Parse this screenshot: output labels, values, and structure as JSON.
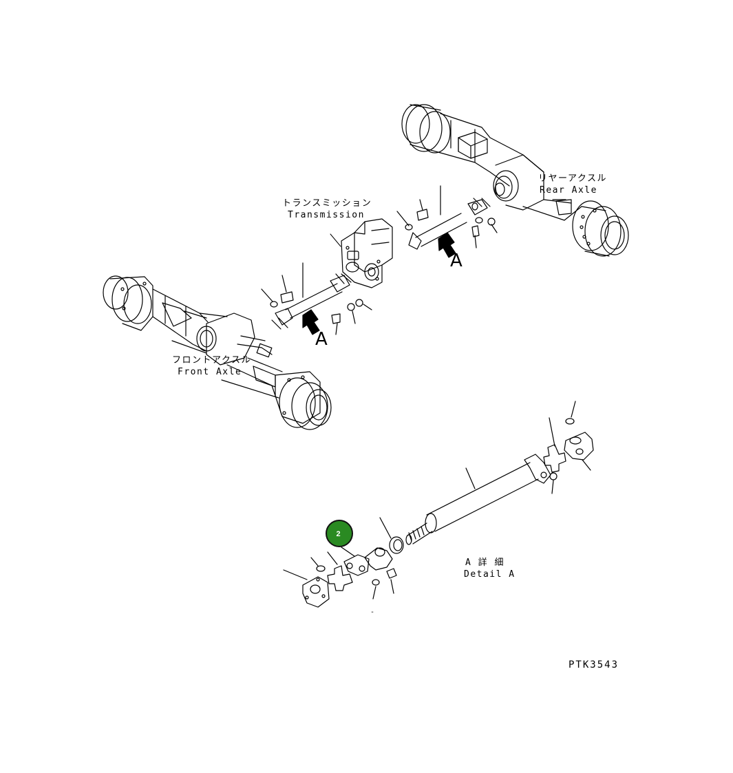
{
  "labels": {
    "transmission_jp": "トランスミッション",
    "transmission_en": "Transmission",
    "rear_axle_jp": "リヤーアクスル",
    "rear_axle_en": "Rear Axle",
    "front_axle_jp": "フロントアクスル",
    "front_axle_en": "Front Axle",
    "view_a_upper": "A",
    "view_a_lower": "A",
    "detail_jp": "A 詳 細",
    "detail_en": "Detail A",
    "drawing_code": "PTK3543"
  },
  "callout": {
    "number": "2",
    "color": "#2a8a22"
  },
  "dot_mark": "-"
}
